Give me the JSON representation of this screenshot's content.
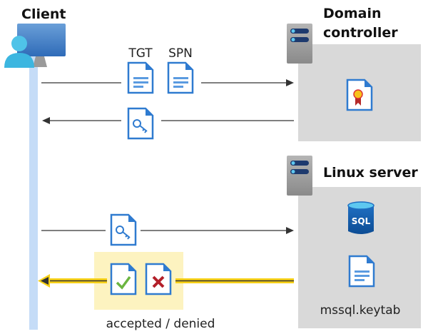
{
  "client": {
    "label": "Client"
  },
  "domain_controller": {
    "label_line1": "Domain",
    "label_line2": "controller"
  },
  "linux_server": {
    "label": "Linux server",
    "keytab_label": "mssql.keytab",
    "sql_label": "SQL"
  },
  "messages": {
    "tgt_label": "TGT",
    "spn_label": "SPN",
    "result_label": "accepted / denied"
  },
  "colors": {
    "lifeline": "#c5dcf7",
    "server_box": "#d9d9d9",
    "highlight": "#fdf3c0",
    "arrow_yellow": "#f7d117",
    "doc_blue": "#2f7bd0"
  }
}
